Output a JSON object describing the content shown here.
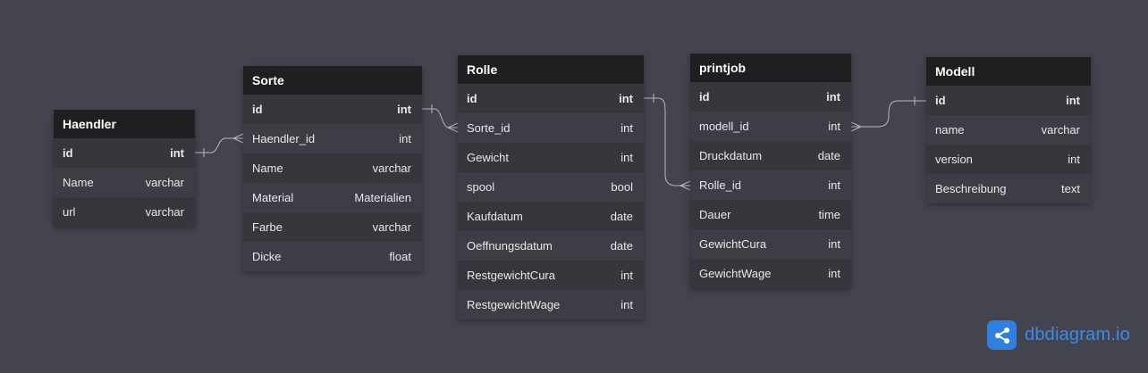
{
  "tables": [
    {
      "key": "haendler",
      "name": "Haendler",
      "fields": [
        {
          "name": "id",
          "type": "int",
          "pk": true
        },
        {
          "name": "Name",
          "type": "varchar"
        },
        {
          "name": "url",
          "type": "varchar"
        }
      ]
    },
    {
      "key": "sorte",
      "name": "Sorte",
      "fields": [
        {
          "name": "id",
          "type": "int",
          "pk": true
        },
        {
          "name": "Haendler_id",
          "type": "int"
        },
        {
          "name": "Name",
          "type": "varchar"
        },
        {
          "name": "Material",
          "type": "Materialien"
        },
        {
          "name": "Farbe",
          "type": "varchar"
        },
        {
          "name": "Dicke",
          "type": "float"
        }
      ]
    },
    {
      "key": "rolle",
      "name": "Rolle",
      "fields": [
        {
          "name": "id",
          "type": "int",
          "pk": true
        },
        {
          "name": "Sorte_id",
          "type": "int"
        },
        {
          "name": "Gewicht",
          "type": "int"
        },
        {
          "name": "spool",
          "type": "bool"
        },
        {
          "name": "Kaufdatum",
          "type": "date"
        },
        {
          "name": "Oeffnungsdatum",
          "type": "date"
        },
        {
          "name": "RestgewichtCura",
          "type": "int"
        },
        {
          "name": "RestgewichtWage",
          "type": "int"
        }
      ]
    },
    {
      "key": "printjob",
      "name": "printjob",
      "fields": [
        {
          "name": "id",
          "type": "int",
          "pk": true
        },
        {
          "name": "modell_id",
          "type": "int"
        },
        {
          "name": "Druckdatum",
          "type": "date"
        },
        {
          "name": "Rolle_id",
          "type": "int"
        },
        {
          "name": "Dauer",
          "type": "time"
        },
        {
          "name": "GewichtCura",
          "type": "int"
        },
        {
          "name": "GewichtWage",
          "type": "int"
        }
      ]
    },
    {
      "key": "modell",
      "name": "Modell",
      "fields": [
        {
          "name": "id",
          "type": "int",
          "pk": true
        },
        {
          "name": "name",
          "type": "varchar"
        },
        {
          "name": "version",
          "type": "int"
        },
        {
          "name": "Beschreibung",
          "type": "text"
        }
      ]
    }
  ],
  "relations": [
    {
      "from": "haendler.id",
      "to": "sorte.Haendler_id",
      "type": "one-to-many"
    },
    {
      "from": "sorte.id",
      "to": "rolle.Sorte_id",
      "type": "one-to-many"
    },
    {
      "from": "rolle.id",
      "to": "printjob.Rolle_id",
      "type": "one-to-many"
    },
    {
      "from": "modell.id",
      "to": "printjob.modell_id",
      "type": "one-to-many"
    }
  ],
  "branding": {
    "text": "dbdiagram.io",
    "icon": "share-nodes-icon",
    "color": "#2f7fdf"
  },
  "colors": {
    "background": "#44444e",
    "header": "#1f1f21",
    "line": "#b8b8c0"
  }
}
